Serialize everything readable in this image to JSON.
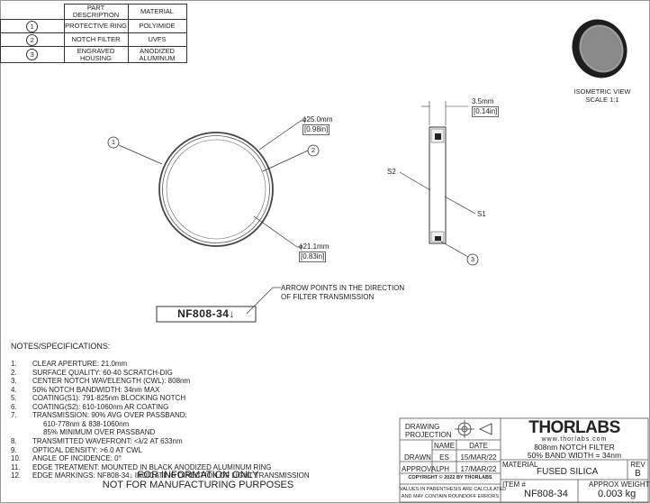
{
  "parts_table": {
    "headers": [
      "PART DESCRIPTION",
      "MATERIAL"
    ],
    "rows": [
      {
        "balloon": "1",
        "description": "PROTECTIVE RING",
        "material": "POLYIMIDE"
      },
      {
        "balloon": "2",
        "description": "NOTCH FILTER",
        "material": "UVFS"
      },
      {
        "balloon": "3",
        "description_line1": "ENGRAVED",
        "description_line2": "HOUSING",
        "material_line1": "ANODIZED",
        "material_line2": "ALUMINUM"
      }
    ]
  },
  "isometric": {
    "line1": "ISOMETRIC VIEW",
    "line2": "SCALE 1:1"
  },
  "front_view": {
    "dia_outer": "ϕ25.0mm",
    "dia_outer_in": "[0.98in]",
    "dia_inner": "ϕ21.1mm",
    "dia_inner_in": "[0.83in]",
    "balloon_left": "1",
    "balloon_right": "2"
  },
  "side_view": {
    "thickness": "3.5mm",
    "thickness_in": "[0.14in]",
    "s2": "S2",
    "s1": "S1",
    "balloon": "3"
  },
  "engraving": {
    "label": "NF808-34",
    "arrow_note_line1": "ARROW POINTS IN THE DIRECTION",
    "arrow_note_line2": "OF FILTER TRANSMISSION"
  },
  "notes": {
    "heading": "NOTES/SPECIFICATIONS:",
    "items": [
      {
        "num": "1.",
        "text": "CLEAR APERTURE: 21.0mm"
      },
      {
        "num": "2.",
        "text": "SURFACE QUALITY: 60-40 SCRATCH-DIG"
      },
      {
        "num": "3.",
        "text": "CENTER NOTCH WAVELENGTH (CWL): 808nm"
      },
      {
        "num": "4.",
        "text": "50% NOTCH BANDWIDTH: 34nm MAX"
      },
      {
        "num": "5.",
        "text": "COATING(S1): 791-825nm BLOCKING NOTCH"
      },
      {
        "num": "6.",
        "text": "COATING(S2): 610-1060nm AR COATING"
      },
      {
        "num": "7.",
        "text": "TRANSMISSION: 90% AVG OVER PASSBAND:"
      },
      {
        "num": "",
        "text": "610-778nm & 838-1060nm"
      },
      {
        "num": "",
        "text": "85% MINIMUM OVER PASSBAND"
      },
      {
        "num": "8.",
        "text": "TRANSMITTED WAVEFRONT: <λ/2 AT 633nm"
      },
      {
        "num": "9.",
        "text": "OPTICAL DENSITY: >6.0 AT CWL"
      },
      {
        "num": "10.",
        "text": "ANGLE OF INCIDENCE: 0°"
      },
      {
        "num": "11.",
        "text": "EDGE TREATMENT: MOUNTED IN BLACK ANODIZED ALUMINUM RING"
      },
      {
        "num": "12.",
        "text": "EDGE MARKINGS: NF808-34↓ INDICATING DIRECTION OF LIGHT TRANSMISSION"
      }
    ]
  },
  "disclaimer": {
    "line1": "FOR INFORMATION ONLY",
    "line2": "NOT FOR MANUFACTURING PURPOSES"
  },
  "title_block": {
    "drawing_projection_1": "DRAWING",
    "drawing_projection_2": "PROJECTION",
    "col_name": "NAME",
    "col_date": "DATE",
    "drawn_label": "DRAWN",
    "drawn_name": "ES",
    "drawn_date": "15/MAR/22",
    "approval_label": "APPROVAL",
    "approval_name": "PH",
    "approval_date": "17/MAR/22",
    "copyright": "COPYRIGHT © 2022 BY THORLABS",
    "values_note_1": "VALUES IN PARENTHESIS ARE CALCULATED",
    "values_note_2": "AND MAY CONTAIN ROUNDOFF ERRORS",
    "logo": "THORLABS",
    "website": "www.thorlabs.com",
    "title_line1": "808nm NOTCH FILTER",
    "title_line2": "50% BAND WIDTH = 34nm",
    "material_label": "MATERIAL",
    "material": "FUSED SILICA",
    "rev_label": "REV",
    "rev": "B",
    "item_label": "ITEM #",
    "item": "NF808-34",
    "weight_label": "APPROX WEIGHT",
    "weight": "0.003 kg"
  }
}
